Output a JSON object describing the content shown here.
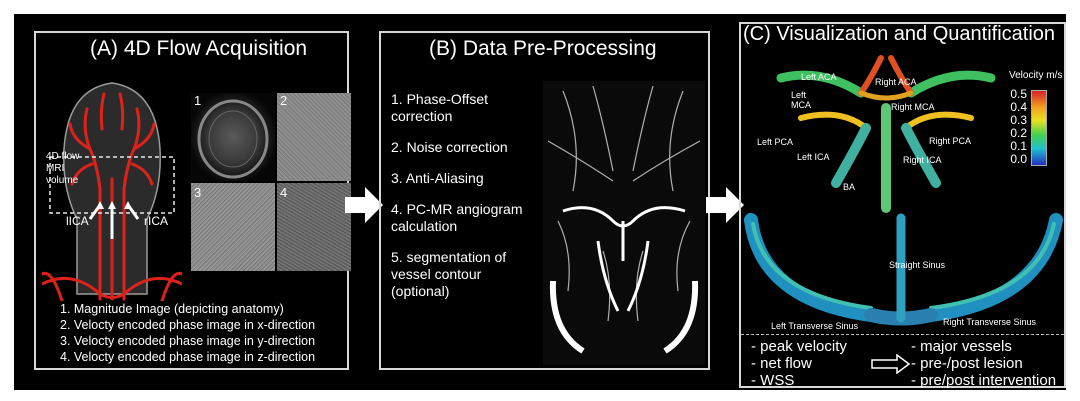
{
  "panel_a": {
    "title": "(A) 4D Flow Acquisition",
    "volume_label": "4D flow\nMRI\nvolume",
    "volume_lines": [
      "4D flow",
      "MRI",
      "volume"
    ],
    "left_ica": "lICA",
    "right_ica": "rICA",
    "image_numbers": [
      "1",
      "2",
      "3",
      "4"
    ],
    "list": [
      "1. Magnitude Image (depicting anatomy)",
      "2. Velocty encoded phase image in x-direction",
      "3. Velocty encoded phase image in y-direction",
      "4. Velocty encoded phase image in z-direction"
    ]
  },
  "panel_b": {
    "title": "(B) Data Pre-Processing",
    "steps": [
      [
        "1. Phase-Offset",
        "correction"
      ],
      [
        "2. Noise correction"
      ],
      [
        "3. Anti-Aliasing"
      ],
      [
        "4. PC-MR angiogram",
        "calculation"
      ],
      [
        "5. segmentation of",
        "vessel contour",
        "(optional)"
      ]
    ]
  },
  "panel_c": {
    "title": "(C) Visualization and Quantification",
    "legend_title": "Velocity m/s",
    "legend_ticks": [
      "0.5",
      "0.4",
      "0.3",
      "0.2",
      "0.1",
      "0.0"
    ],
    "vessel_labels": {
      "left_aca": "Left  ACA",
      "right_aca": "Right ACA",
      "left_mca": "Left\nMCA",
      "right_mca": "Right MCA",
      "left_pca": "Left PCA",
      "right_pca": "Right PCA",
      "left_ica": "Left ICA",
      "right_ica": "Right ICA",
      "ba": "BA",
      "straight_sinus": "Straight Sinus",
      "left_transverse": "Left Transverse Sinus",
      "right_transverse": "Right Transverse Sinus"
    },
    "left_mca_lines": [
      "Left",
      "MCA"
    ],
    "metrics": [
      "- peak velocity",
      "- net flow",
      "- WSS"
    ],
    "targets": [
      "- major vessels",
      "- pre-/post lesion",
      "- pre/post intervention"
    ]
  },
  "colors": {
    "background": "#000000",
    "border": "#d8d8d8",
    "vessel_red": "#e0211a",
    "arrow_white": "#ffffff"
  }
}
